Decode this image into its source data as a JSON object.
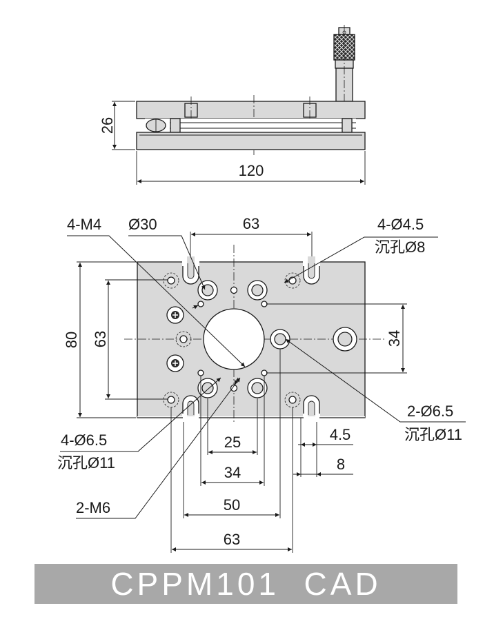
{
  "side_view": {
    "height_label": "26",
    "width_label": "120"
  },
  "top_view": {
    "top_width_label": "63",
    "left_height_label": "80",
    "inner_height_label": "63",
    "right_height_label": "34",
    "bottom_25": "25",
    "bottom_34": "34",
    "bottom_50": "50",
    "bottom_63": "63",
    "right_4_5": "4.5",
    "right_8": "8"
  },
  "callouts": {
    "m4": "4-M4",
    "d30": "Ø30",
    "d4_5": "4-Ø4.5",
    "d4_5_cb": "沉孔Ø8",
    "d6_5_two": "2-Ø6.5",
    "d6_5_two_cb": "沉孔Ø11",
    "d6_5_four": "4-Ø6.5",
    "d6_5_four_cb": "沉孔Ø11",
    "m6": "2-M6"
  },
  "title": "CPPM101  CAD",
  "colors": {
    "plate_fill": "#d9d9d9",
    "hole_fill": "#ffffff",
    "title_bar": "#a8a8a8",
    "title_text": "#ffffff"
  }
}
